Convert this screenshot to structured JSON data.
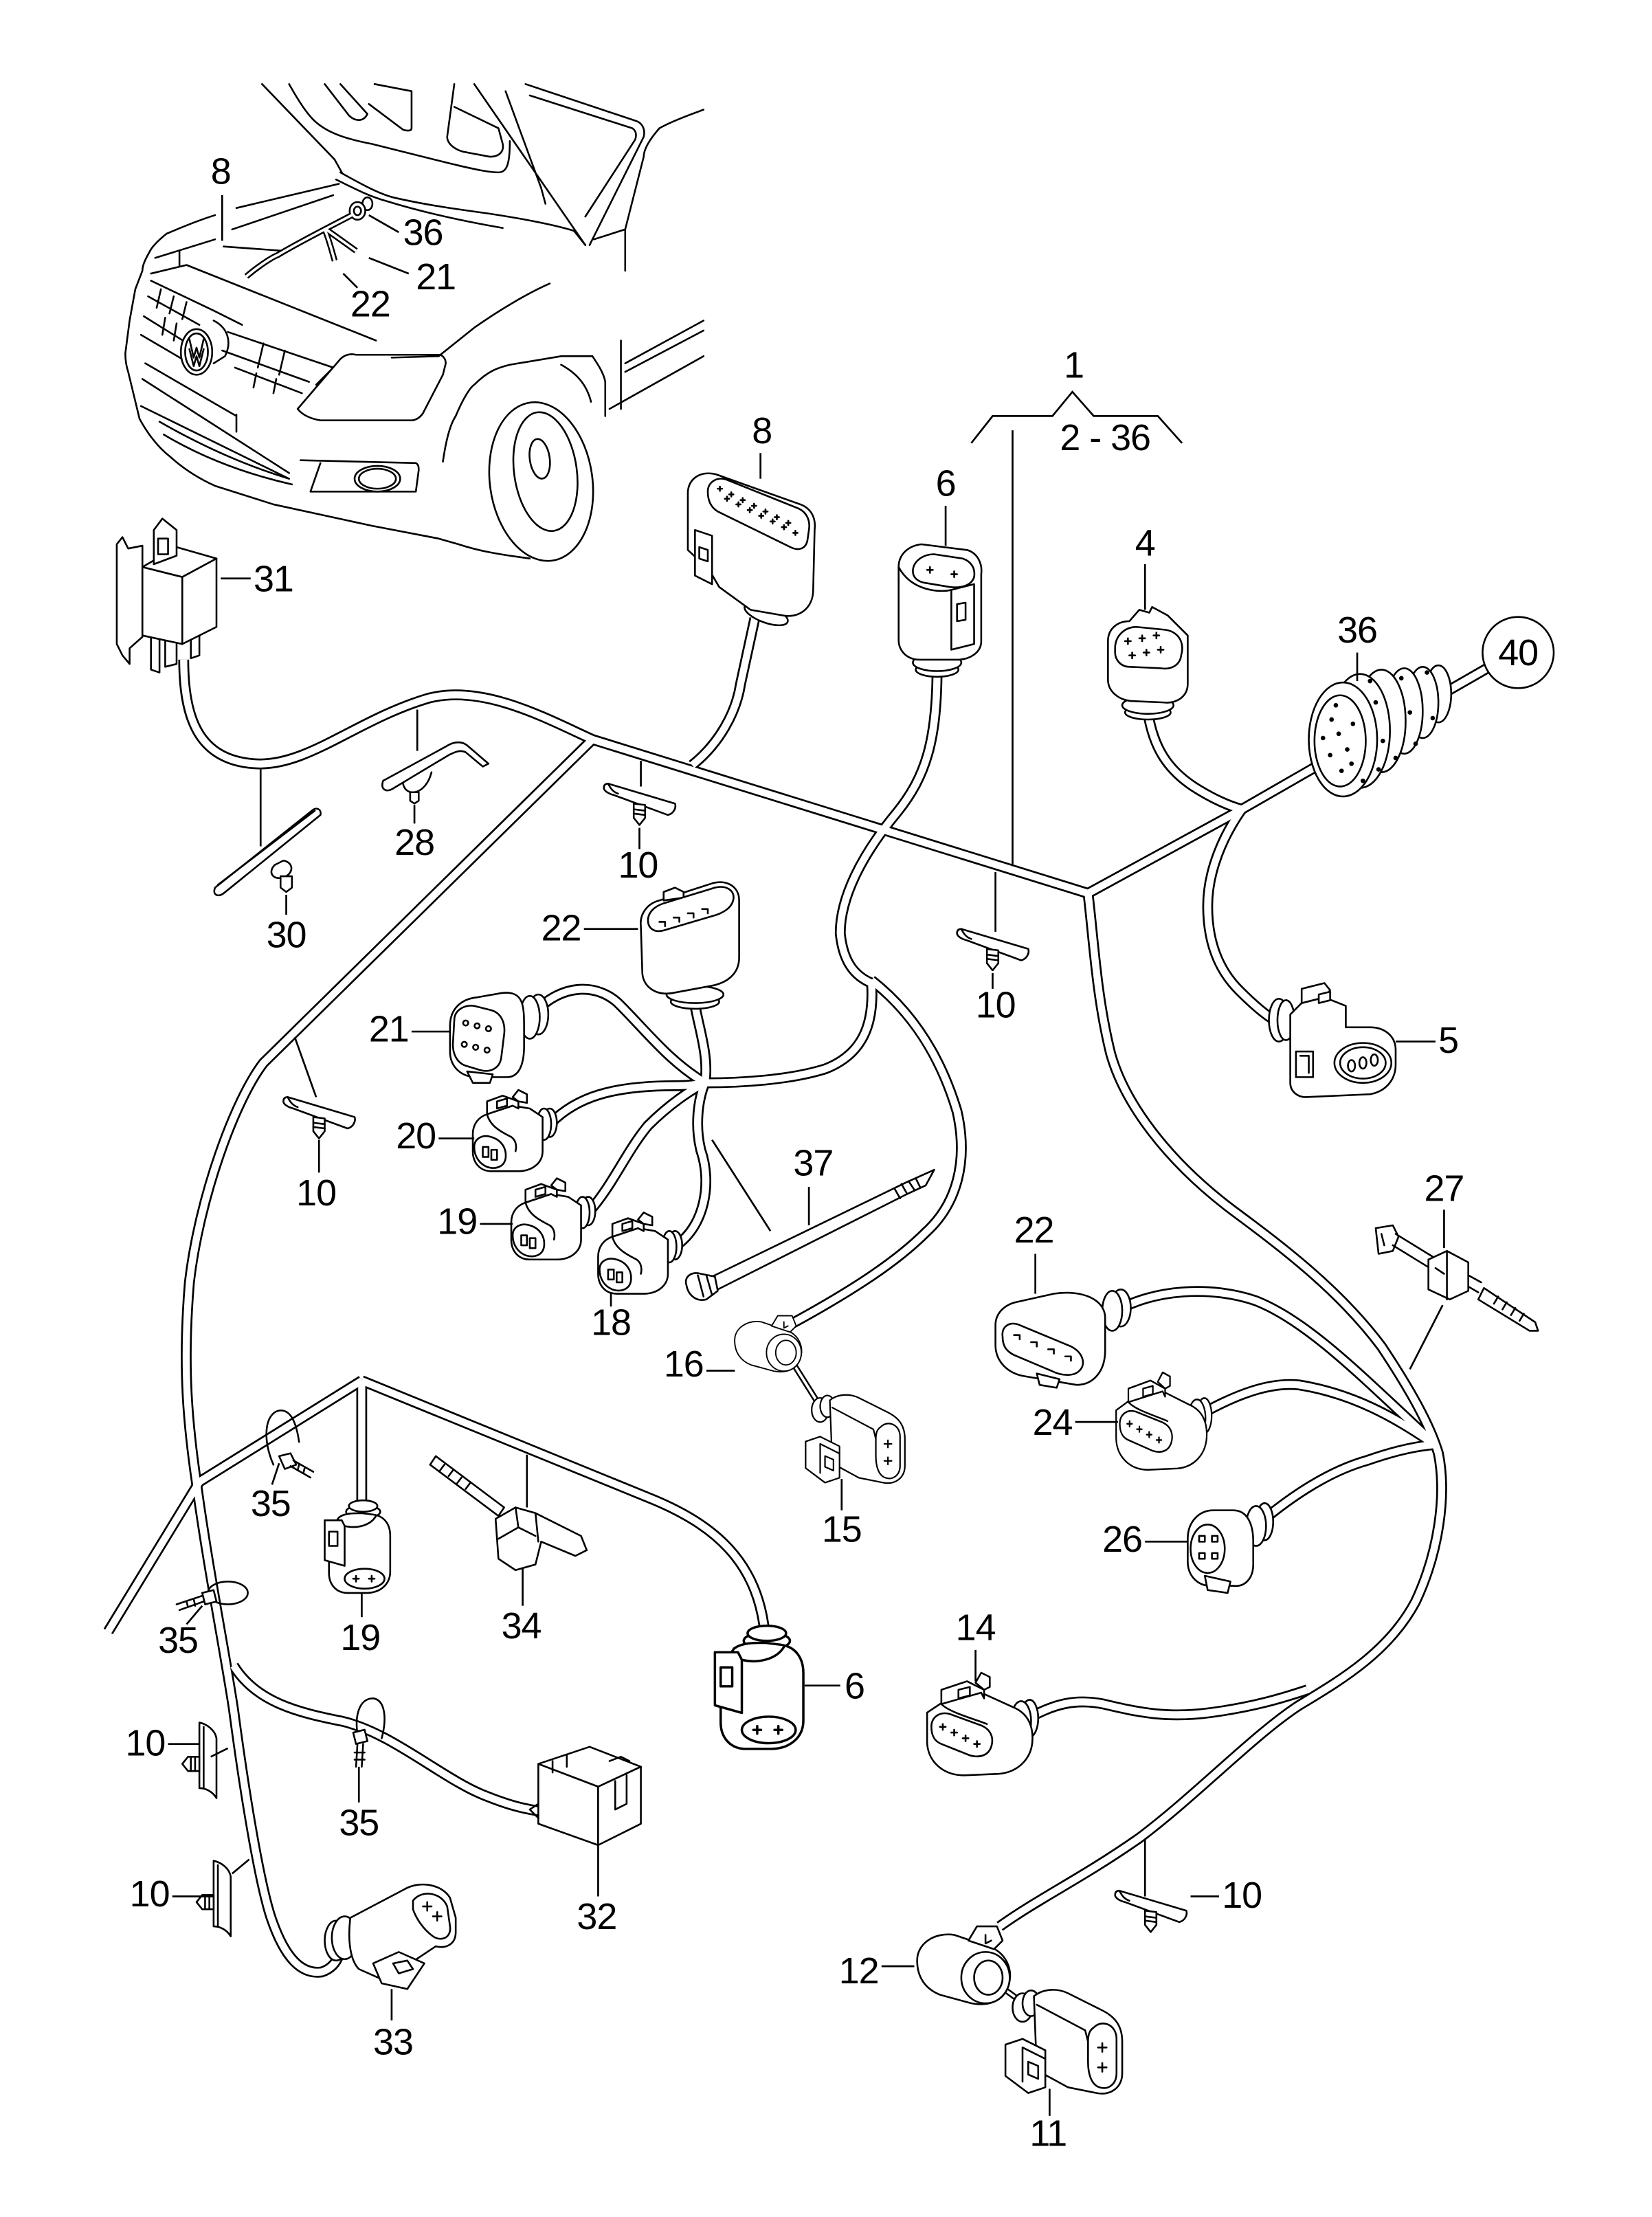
{
  "inset": {
    "callouts": [
      {
        "label": "8"
      },
      {
        "label": "36"
      },
      {
        "label": "21"
      },
      {
        "label": "22"
      }
    ]
  },
  "assembly": {
    "number": "1",
    "range": "2 - 36"
  },
  "reference": {
    "label": "40"
  },
  "callouts": [
    {
      "label": "8"
    },
    {
      "label": "6"
    },
    {
      "label": "4"
    },
    {
      "label": "36"
    },
    {
      "label": "31"
    },
    {
      "label": "28"
    },
    {
      "label": "30"
    },
    {
      "label": "10"
    },
    {
      "label": "22"
    },
    {
      "label": "10"
    },
    {
      "label": "5"
    },
    {
      "label": "21"
    },
    {
      "label": "20"
    },
    {
      "label": "10"
    },
    {
      "label": "19"
    },
    {
      "label": "37"
    },
    {
      "label": "18"
    },
    {
      "label": "27"
    },
    {
      "label": "22"
    },
    {
      "label": "16"
    },
    {
      "label": "24"
    },
    {
      "label": "15"
    },
    {
      "label": "35"
    },
    {
      "label": "19"
    },
    {
      "label": "34"
    },
    {
      "label": "26"
    },
    {
      "label": "35"
    },
    {
      "label": "6"
    },
    {
      "label": "14"
    },
    {
      "label": "10"
    },
    {
      "label": "35"
    },
    {
      "label": "32"
    },
    {
      "label": "10"
    },
    {
      "label": "10"
    },
    {
      "label": "12"
    },
    {
      "label": "33"
    },
    {
      "label": "11"
    }
  ]
}
